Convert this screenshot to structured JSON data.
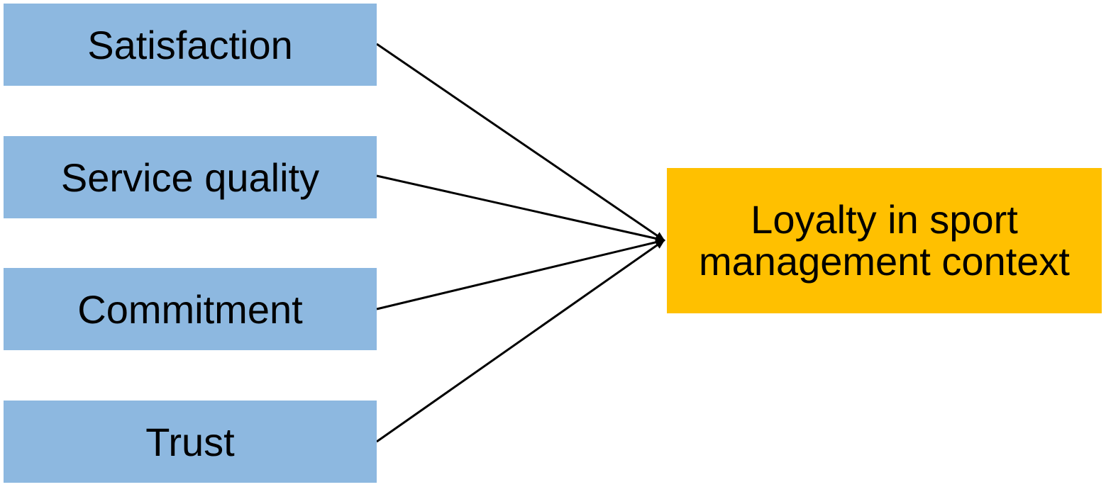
{
  "diagram": {
    "factors": [
      {
        "label": "Satisfaction"
      },
      {
        "label": "Service quality"
      },
      {
        "label": "Commitment"
      },
      {
        "label": "Trust"
      }
    ],
    "outcome": {
      "lines": [
        "Loyalty in sport",
        "management context"
      ]
    },
    "colors": {
      "factor_fill": "#8DB8E0",
      "outcome_fill": "#FFC000",
      "arrow": "#000000"
    }
  }
}
